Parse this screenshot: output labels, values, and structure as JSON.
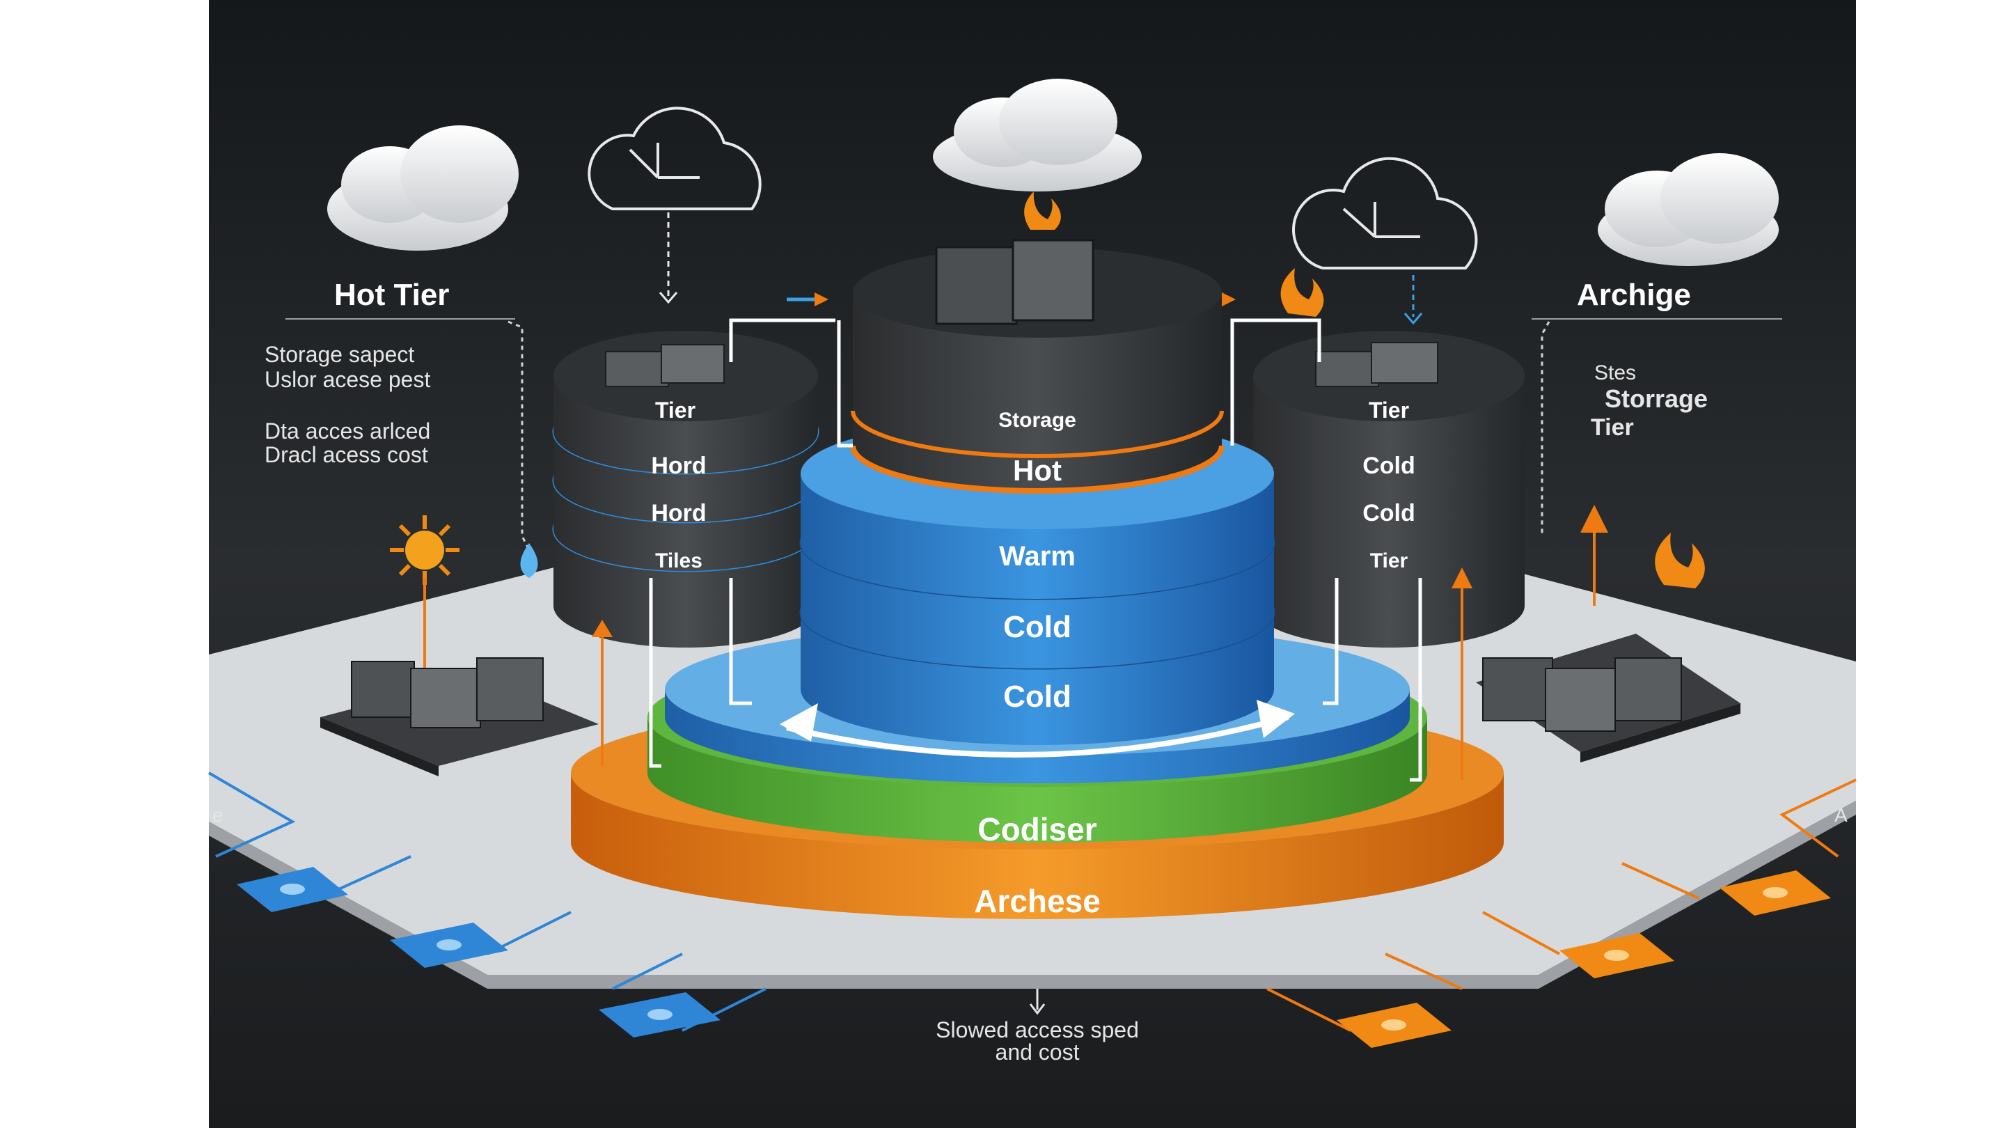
{
  "left_panel": {
    "title": "Hot Tier",
    "line1": "Storage sapect",
    "line2": "Uslor acese pest",
    "line3": "Dta acces arlced",
    "line4": "Dracl acess cost"
  },
  "right_panel": {
    "title": "Archige",
    "line1": "Stes",
    "line2": "Storrage",
    "line3": "Tier"
  },
  "left_stack": {
    "top_label": "Tier",
    "mid_label_1": "Hord",
    "mid_label_2": "Hord",
    "bottom_label": "Tiles"
  },
  "right_stack": {
    "top_label": "Tier",
    "mid_label_1": "Cold",
    "mid_label_2": "Cold",
    "bottom_label": "Tier"
  },
  "center_stack": {
    "storage_label": "Storage",
    "hot_label": "Hot",
    "warm_label": "Warm",
    "cold_label_1": "Cold",
    "cold_label_2": "Cold",
    "green_label": "Codiser",
    "orange_label": "Archese"
  },
  "edge_labels": {
    "left_cut": "e",
    "right_cut": "A"
  },
  "bottom_caption": {
    "line1": "Slowed access sped",
    "line2": "and cost"
  },
  "colors": {
    "background": "#1d2022",
    "platform": "#d9dcdf",
    "dark_disc": "#3a3d40",
    "blue": "#2f86d6",
    "green": "#5cb43c",
    "orange": "#ee8a1d",
    "accent_orange": "#f07a12",
    "accent_blue": "#3ba0e6"
  }
}
